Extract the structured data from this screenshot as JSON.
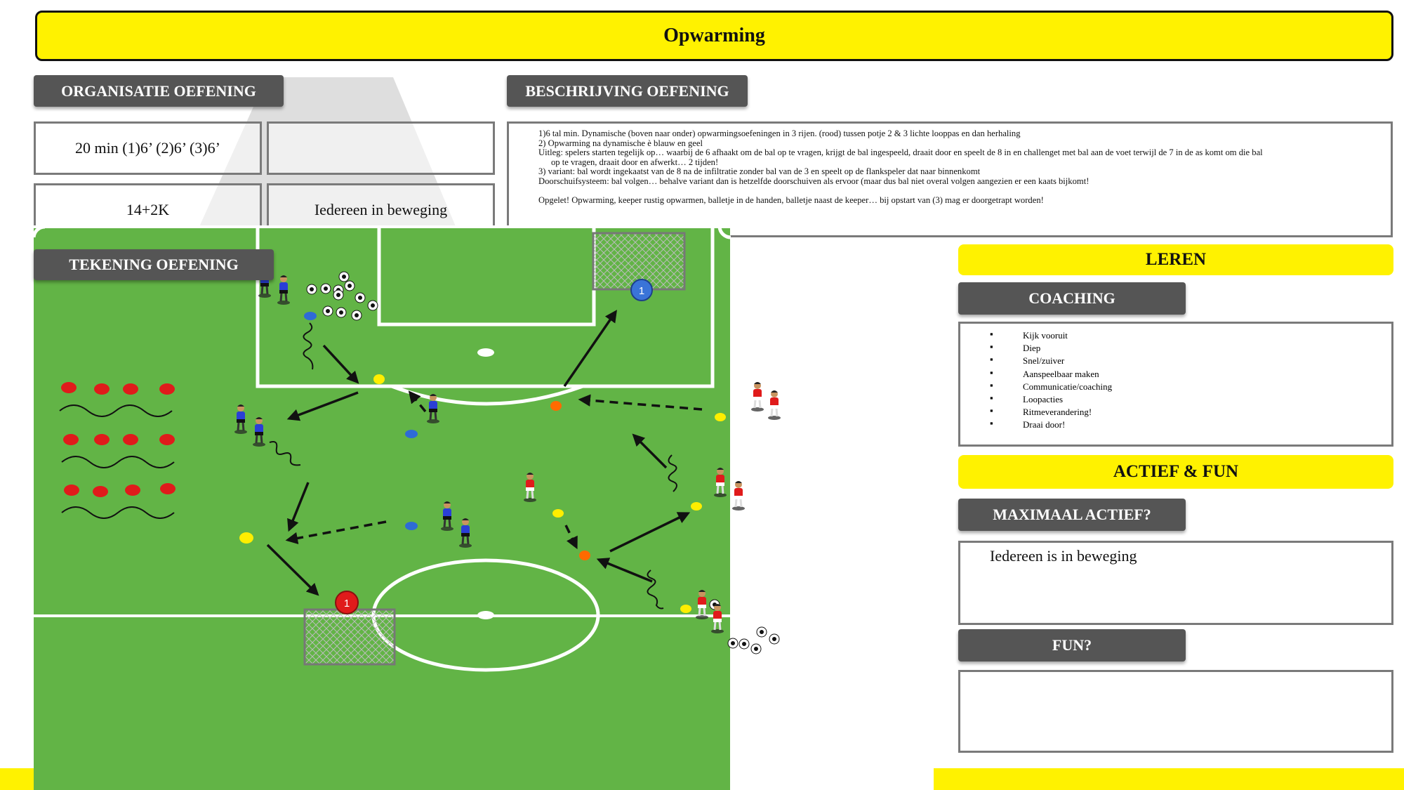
{
  "title": "Opwarming",
  "sections": {
    "organisatie": "ORGANISATIE OEFENING",
    "beschrijving": "BESCHRIJVING OEFENING",
    "tekening": "TEKENING OEFENING"
  },
  "organisatie": {
    "duration": "20 min (1)6’ (2)6’ (3)6’",
    "cell2": "",
    "players": "14+2K",
    "movement": "Iedereen in beweging"
  },
  "description": {
    "line1": "1)6 tal min. Dynamische (boven naar onder) opwarmingsoefeningen in 3 rijen. (rood) tussen potje 2 & 3 lichte looppas en dan herhaling",
    "line2": "2) Opwarming na dynamische è blauw en geel",
    "line3": "Uitleg: spelers starten tegelijk op… waarbij de 6 afhaakt om de bal op te vragen, krijgt de bal ingespeeld, draait door en speelt de 8 in en challenget met bal aan de  voet terwijl de 7 in de as komt om die bal",
    "line3b": "op te vragen, draait door en afwerkt… 2 tijden!",
    "line4": "3) variant: bal wordt ingekaatst van de 8 na de infiltratie zonder bal van de 3 en speelt op de flankspeler dat naar binnenkomt",
    "line5": "Doorschuifsysteem: bal volgen… behalve variant dan is hetzelfde doorschuiven als ervoor (maar dus bal niet overal volgen aangezien er een kaats bijkomt!",
    "line6": "Opgelet! Opwarming, keeper rustig opwarmen, balletje in de handen, balletje naast de keeper… bij opstart van (3) mag er doorgetrapt worden!"
  },
  "right": {
    "leren": "LEREN",
    "coaching": "COACHING",
    "coaching_items": [
      "Kijk vooruit",
      "Diep",
      "Snel/zuiver",
      "Aanspeelbaar maken",
      "Communicatie/coaching",
      "Loopacties",
      "Ritmeverandering!",
      "Draai door!"
    ],
    "actief_fun": "ACTIEF & FUN",
    "maximaal": "MAXIMAAL ACTIEF?",
    "maximaal_text": "Iedereen is in beweging",
    "fun": "FUN?",
    "fun_text": ""
  },
  "diagram": {
    "goal_top_number": "1",
    "goal_bottom_number": "1",
    "colors": {
      "pitch": "#62b446",
      "blue_team": "#2a3fd6",
      "red_team": "#e01b1b",
      "cone_yellow": "#ffee00",
      "cone_orange": "#ff6a00",
      "cone_blue": "#2e6bd6",
      "bar_yellow": "#fff200",
      "label_gray": "#555555"
    }
  }
}
